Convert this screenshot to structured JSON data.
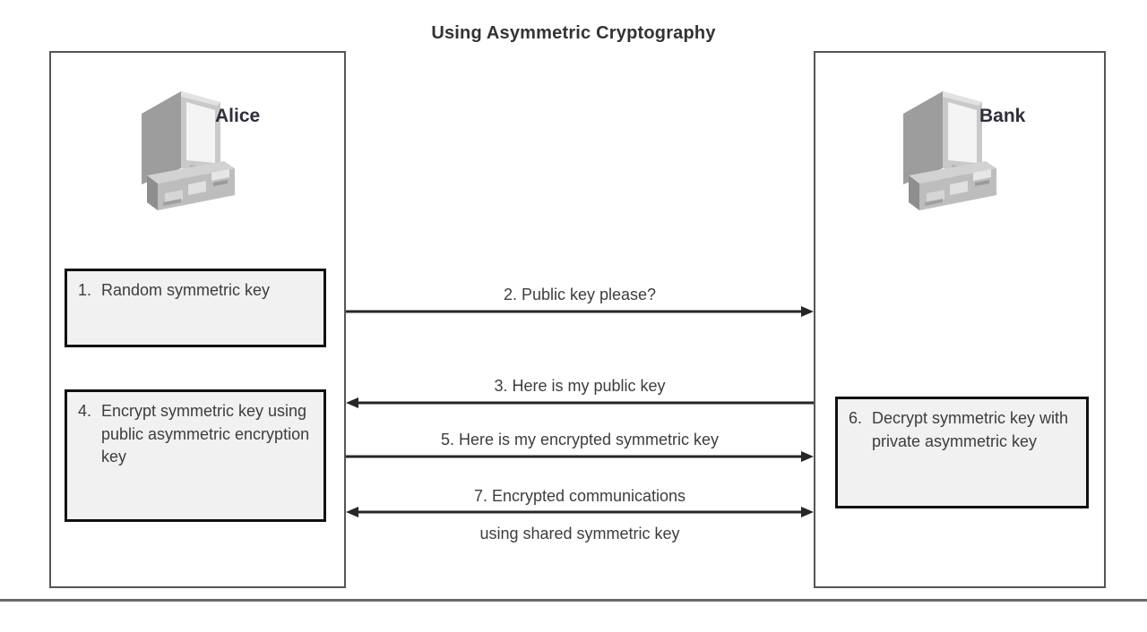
{
  "diagram": {
    "title": "Using Asymmetric Cryptography",
    "parties": [
      {
        "id": "alice",
        "label": "Alice",
        "icon": "desktop-computer-icon"
      },
      {
        "id": "bank",
        "label": "Bank",
        "icon": "desktop-computer-icon"
      }
    ],
    "steps": [
      {
        "num": "1.",
        "text": "Random symmetric key",
        "side": "alice"
      },
      {
        "num": "4.",
        "text": "Encrypt symmetric key using public asymmetric encryption key",
        "side": "alice"
      },
      {
        "num": "6.",
        "text": "Decrypt symmetric key with private asymmetric key",
        "side": "bank"
      }
    ],
    "messages": [
      {
        "num": "2.",
        "label": "2.   Public key please?",
        "label_line2": "",
        "direction": "right",
        "from": "alice",
        "to": "bank"
      },
      {
        "num": "3.",
        "label": "3.   Here is my public key",
        "label_line2": "",
        "direction": "left",
        "from": "bank",
        "to": "alice"
      },
      {
        "num": "5.",
        "label": "5.   Here is my encrypted symmetric key",
        "label_line2": "",
        "direction": "right",
        "from": "alice",
        "to": "bank"
      },
      {
        "num": "7.",
        "label": "7.   Encrypted communications",
        "label_line2": "using shared symmetric key",
        "direction": "both",
        "from": "alice",
        "to": "bank"
      }
    ],
    "colors": {
      "title_text": "#333333",
      "body_text": "#3d3d3d",
      "party_border": "#555555",
      "step_border": "#111111",
      "step_fill": "#f1f1f1",
      "arrow": "#262626",
      "rule": "#6a6a6a",
      "icon_light": "#d8d8d8",
      "icon_mid": "#b4b4b4",
      "icon_dark": "#8e8e8e",
      "icon_screen": "#f4f4f4"
    }
  }
}
